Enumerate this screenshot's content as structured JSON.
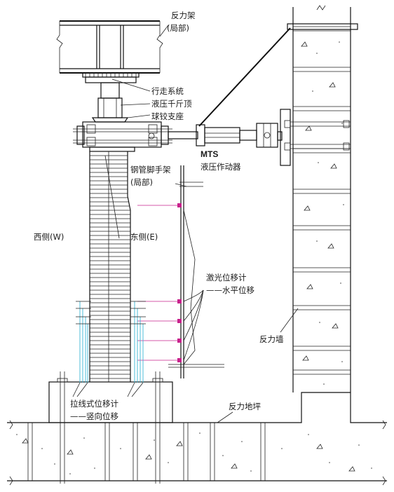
{
  "labels": {
    "reaction_frame": "反力架",
    "reaction_frame_part": "(局部)",
    "walking_system": "行走系统",
    "hydraulic_jack": "液压千斤顶",
    "ball_hinge_support": "球铰支座",
    "mts": "MTS",
    "hydraulic_actuator": "液压作动器",
    "steel_scaffold": "钢管脚手架",
    "steel_scaffold_part": "(局部)",
    "west_side": "西侧(W)",
    "east_side": "东侧(E)",
    "laser_displacement_meter": "激光位移计",
    "horizontal_displacement": "——水平位移",
    "reaction_wall": "反力墙",
    "reaction_floor": "反力地坪",
    "wire_displacement_meter": "拉线式位移计",
    "vertical_displacement": "——竖向位移"
  },
  "colors": {
    "line": "#1a1a1a",
    "laser_marker": "#c8208c",
    "wire_line": "#3ab7d6"
  }
}
